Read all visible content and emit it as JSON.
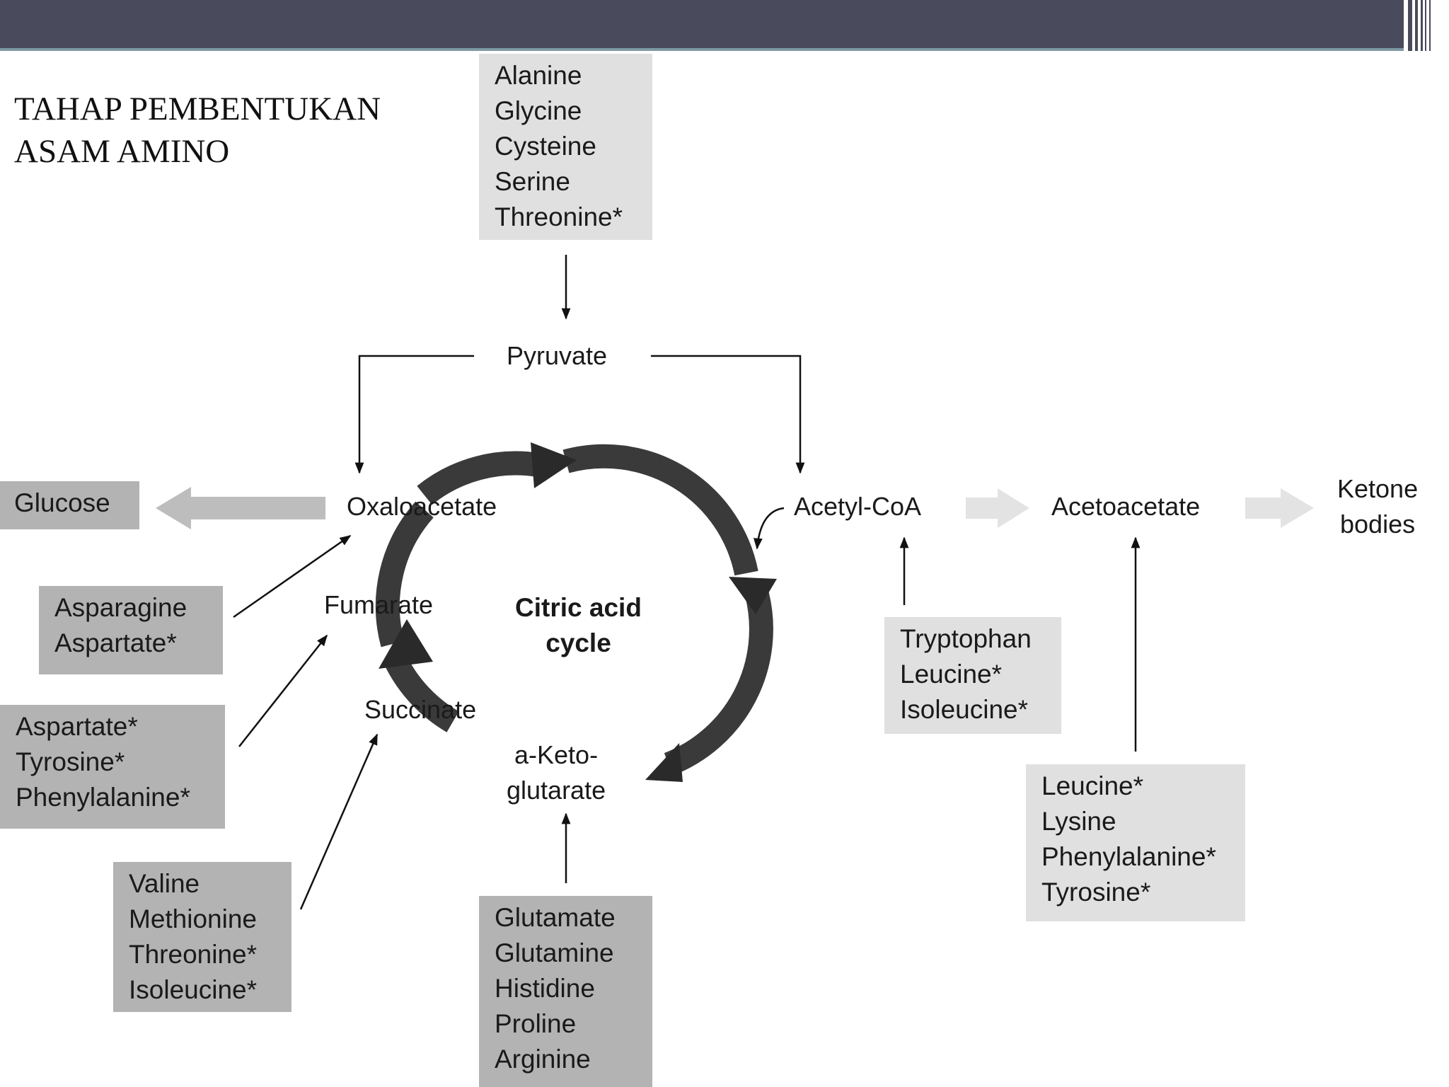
{
  "slide": {
    "title_line1": "TAHAP PEMBENTUKAN",
    "title_line2": "ASAM AMINO"
  },
  "diagram": {
    "cycle_label_line1": "Citric acid",
    "cycle_label_line2": "cycle",
    "nodes": {
      "pyruvate": "Pyruvate",
      "oxaloacetate": "Oxaloacetate",
      "acetyl_coa": "Acetyl-CoA",
      "acetoacetate": "Acetoacetate",
      "ketone_bodies_line1": "Ketone",
      "ketone_bodies_line2": "bodies",
      "fumarate": "Fumarate",
      "succinate": "Succinate",
      "a_keto_line1": "a-Keto-",
      "a_keto_line2": "glutarate",
      "glucose": "Glucose"
    },
    "groups": {
      "to_pyruvate": [
        "Alanine",
        "Glycine",
        "Cysteine",
        "Serine",
        "Threonine*"
      ],
      "to_oxaloacetate": [
        "Asparagine",
        "Aspartate*"
      ],
      "to_fumarate": [
        "Aspartate*",
        "Tyrosine*",
        "Phenylalanine*"
      ],
      "to_succinate": [
        "Valine",
        "Methionine",
        "Threonine*",
        "Isoleucine*"
      ],
      "to_a_ketoglutarate": [
        "Glutamate",
        "Glutamine",
        "Histidine",
        "Proline",
        "Arginine"
      ],
      "to_acetyl_coa": [
        "Tryptophan",
        "Leucine*",
        "Isoleucine*"
      ],
      "to_acetoacetate": [
        "Leucine*",
        "Lysine",
        "Phenylalanine*",
        "Tyrosine*"
      ]
    }
  }
}
